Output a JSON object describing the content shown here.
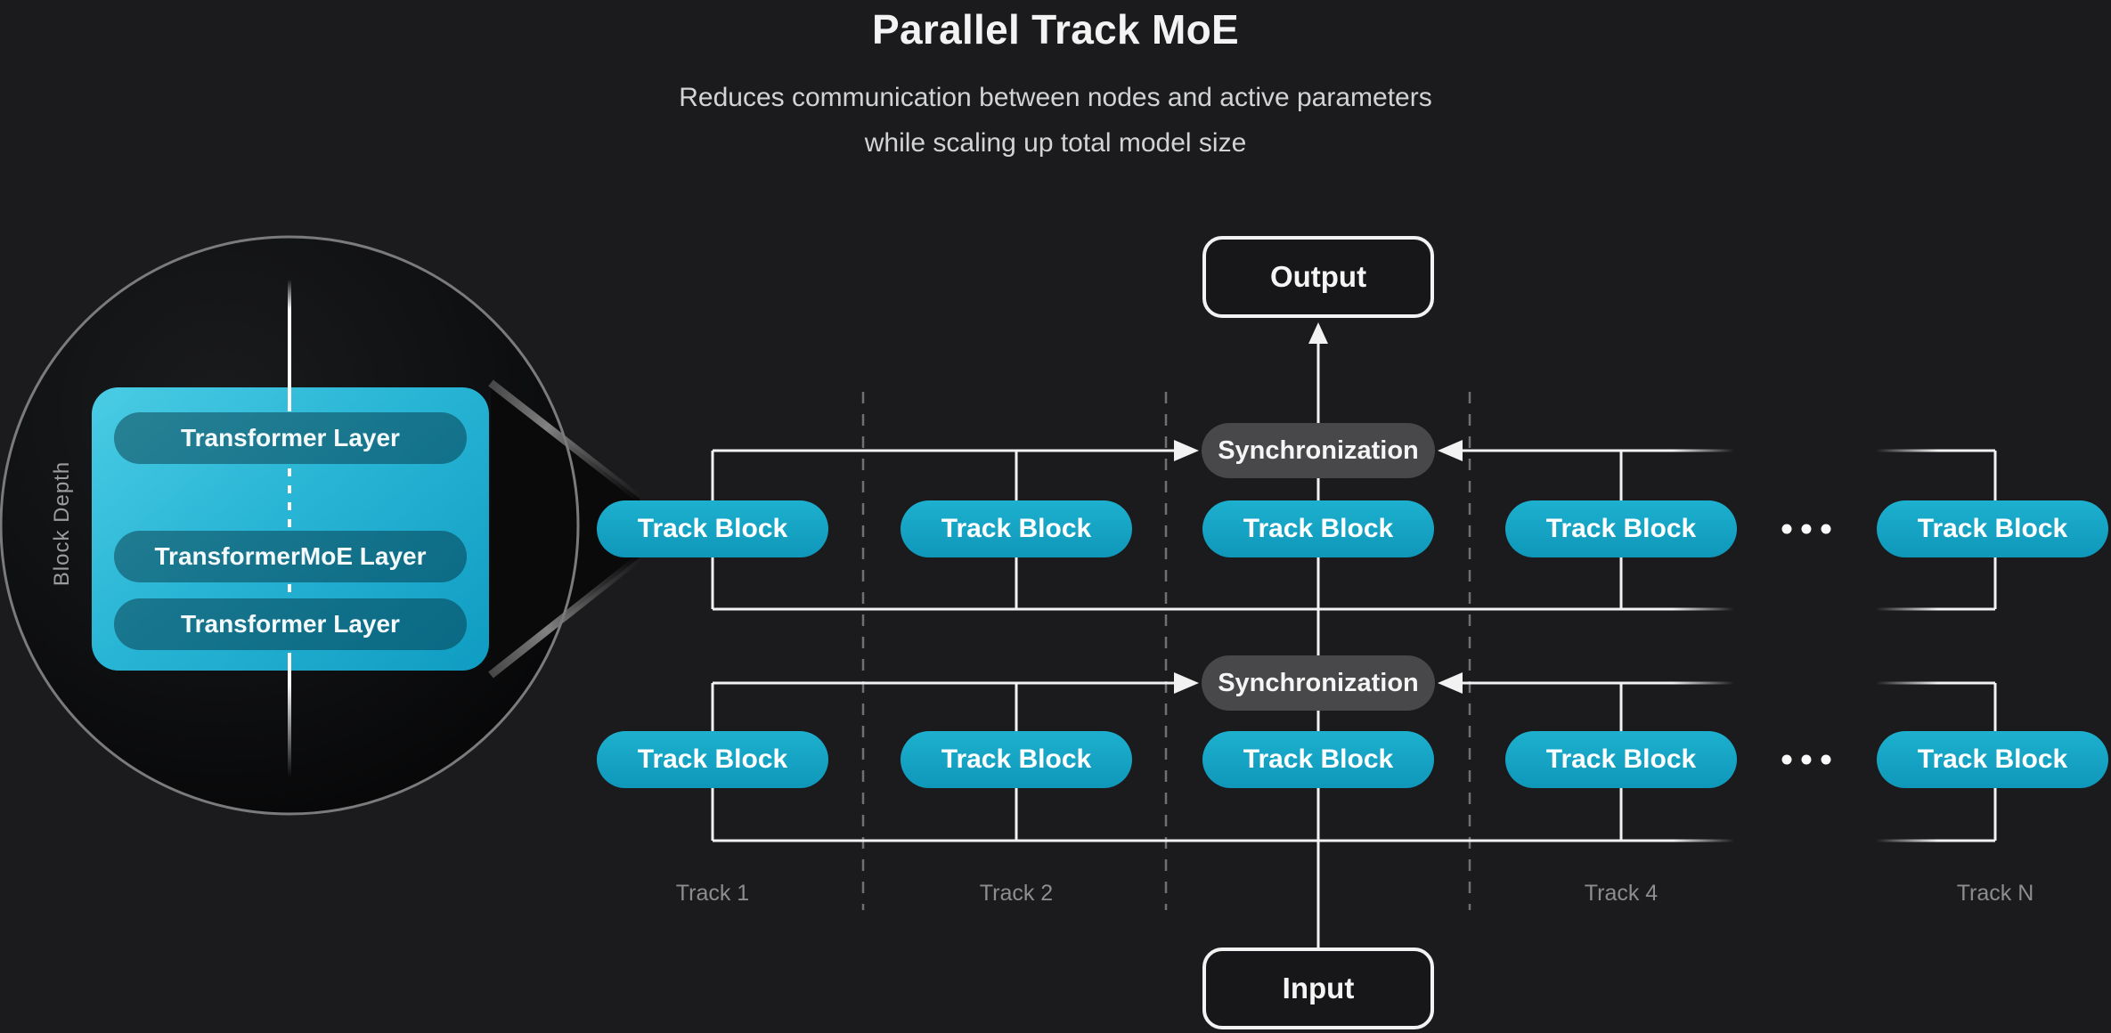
{
  "header": {
    "title": "Parallel Track MoE",
    "subtitle_line1": "Reduces communication between nodes and active parameters",
    "subtitle_line2": "while scaling up total model size"
  },
  "magnifier": {
    "axis_label": "Block Depth",
    "layer1": "Transformer Layer",
    "layer2": "TransformerMoE Layer",
    "layer3": "Transformer Layer"
  },
  "diagram": {
    "output_label": "Output",
    "input_label": "Input",
    "sync_label": "Synchronization",
    "track_block_label": "Track Block",
    "track_labels": [
      "Track 1",
      "Track 2",
      "Track 4",
      "Track N"
    ]
  },
  "colors": {
    "background": "#1b1b1d",
    "accent_teal": "#18a6c6",
    "sync_gray": "#48484a",
    "line_white": "#f2f2f2",
    "muted_gray": "#8c8d8f"
  }
}
